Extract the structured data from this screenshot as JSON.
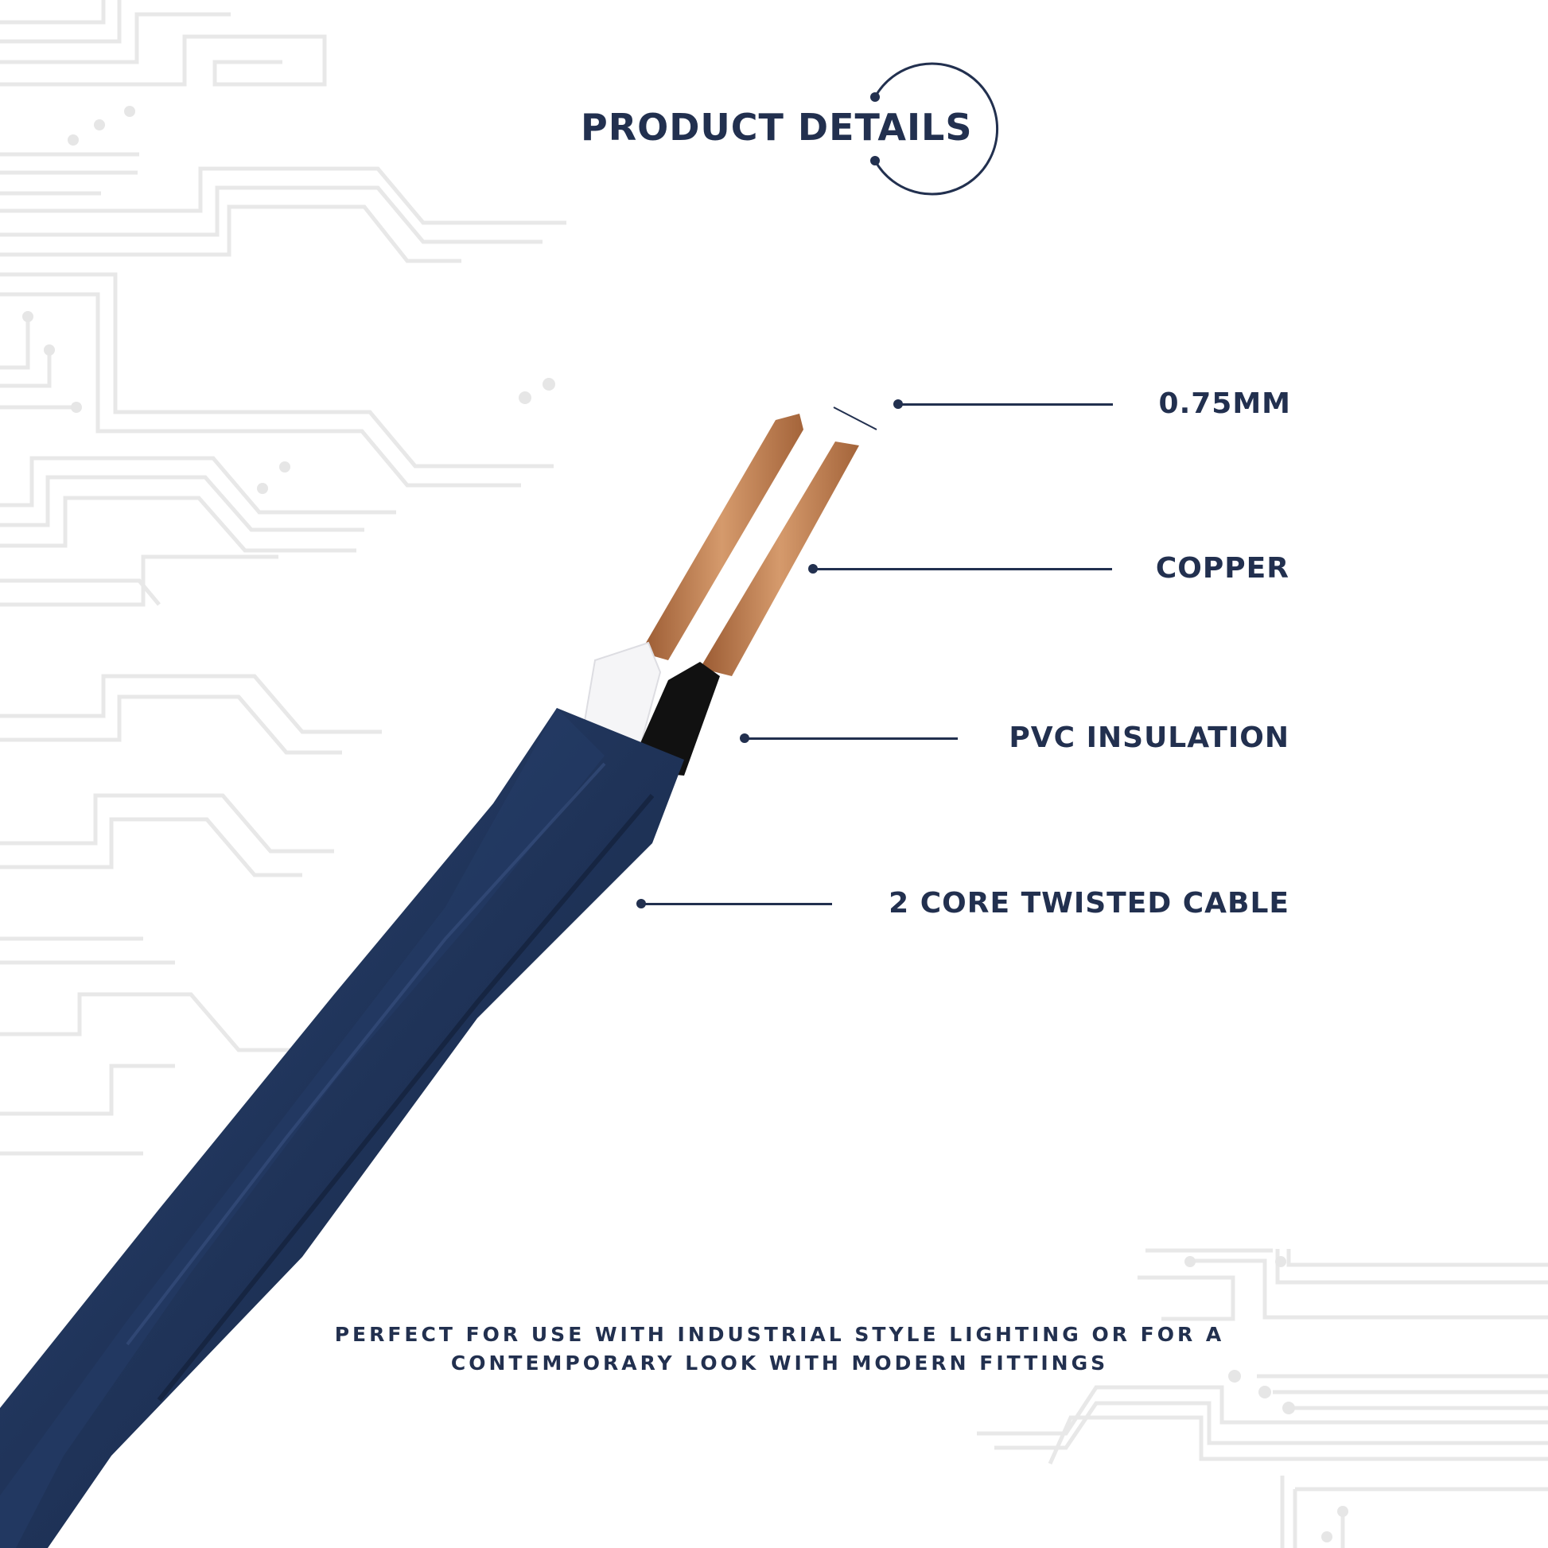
{
  "header": {
    "title": "PRODUCT DETAILS"
  },
  "callouts": [
    {
      "label": "0.75MM",
      "feature": "wire gauge"
    },
    {
      "label": "COPPER",
      "feature": "conductor"
    },
    {
      "label": "PVC INSULATION",
      "feature": "insulation"
    },
    {
      "label": "2 CORE TWISTED CABLE",
      "feature": "cable type"
    }
  ],
  "tagline": {
    "line1": "PERFECT FOR USE WITH INDUSTRIAL STYLE LIGHTING OR FOR A",
    "line2": "CONTEMPORARY LOOK WITH MODERN FITTINGS"
  },
  "colors": {
    "accent": "#22304f",
    "cable_fabric": "#1f3358",
    "copper": "#b9764a",
    "circuit_lines": "#e6e6e6",
    "background": "#ffffff"
  }
}
